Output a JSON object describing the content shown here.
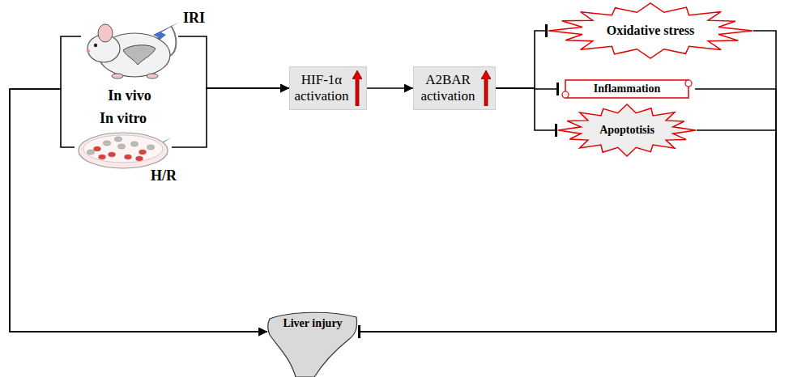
{
  "diagram": {
    "nodes": [
      {
        "text": [
          "In vivo"
        ]
      },
      {
        "text": [
          "In vitro"
        ]
      },
      {
        "text": [
          "HIF-1α activation"
        ]
      },
      {
        "text": [
          "A2BAR activation"
        ]
      },
      {
        "text": [
          "Oxidative stress"
        ]
      },
      {
        "text": [
          "Inflammation"
        ]
      },
      {
        "text": [
          "Apoptotisis"
        ]
      },
      {
        "text": [
          "Liver injury"
        ]
      }
    ],
    "edges": [
      {
        "from": 0,
        "to": 2,
        "arrow": "to"
      },
      {
        "from": 1,
        "to": 2,
        "arrow": "to"
      },
      {
        "from": 0,
        "to": 7,
        "arrow": "to"
      },
      {
        "from": 1,
        "to": 7,
        "arrow": "to"
      },
      {
        "from": 2,
        "to": 3,
        "arrow": "to"
      },
      {
        "from": 3,
        "to": 4,
        "arrow": "to"
      },
      {
        "from": 3,
        "to": 5,
        "arrow": "to"
      },
      {
        "from": 3,
        "to": 6,
        "arrow": "to"
      },
      {
        "from": 4,
        "to": 7,
        "arrow": "to"
      },
      {
        "from": 5,
        "to": 7,
        "arrow": "to"
      },
      {
        "from": 6,
        "to": 7,
        "arrow": "to"
      }
    ],
    "labels": [
      "IRI",
      "H/R"
    ]
  }
}
